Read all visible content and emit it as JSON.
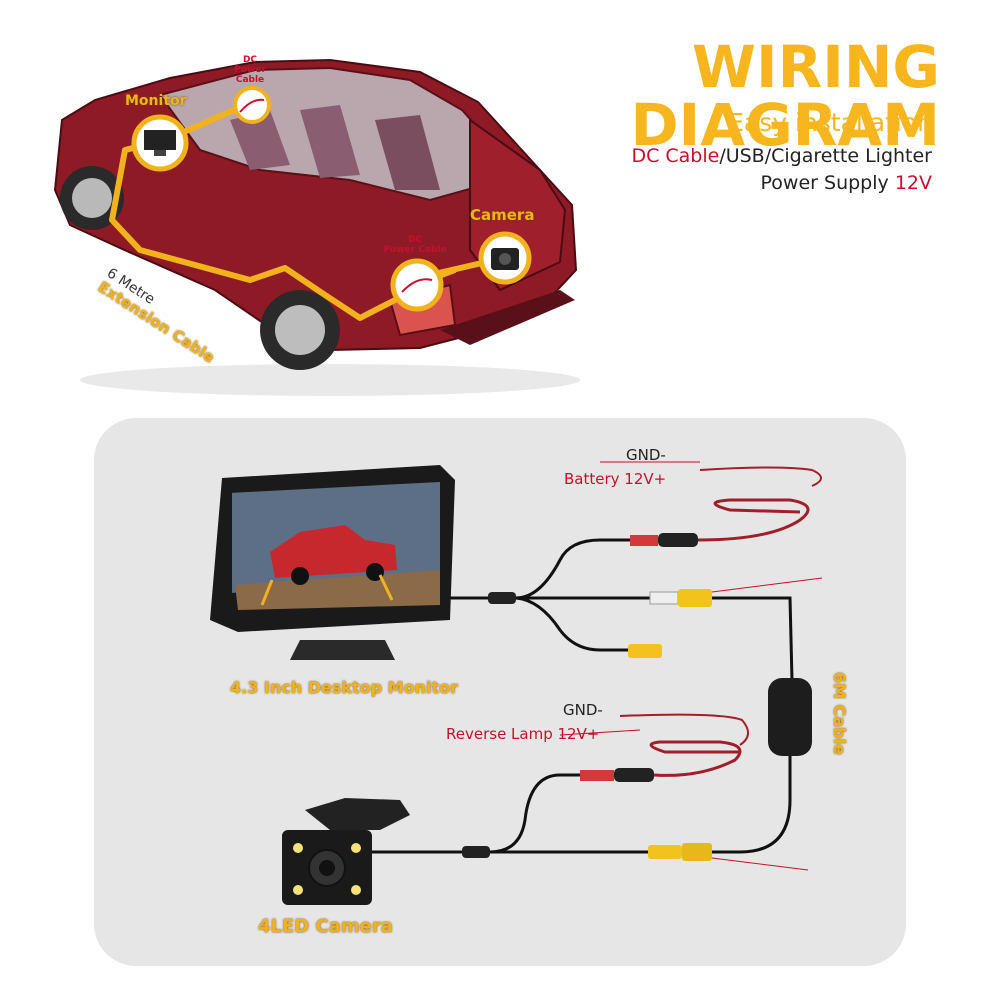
{
  "header": {
    "title": "WIRING DIAGRAM",
    "subtitle": "Easy installation",
    "power_line1_red": "DC Cable",
    "power_line1_rest": "/USB/Cigarette Lighter",
    "power_line2_text": "Power Supply ",
    "power_line2_red": "12V"
  },
  "car_callouts": {
    "monitor": "Monitor",
    "dc_cable_top_1": "DC",
    "dc_cable_top_2": "Power Cable",
    "camera": "Camera",
    "dc_cable_rear_1": "DC",
    "dc_cable_rear_2": "Power Cable",
    "extension_1": "6 Metre",
    "extension_2": "Extension Cable"
  },
  "wiring": {
    "gnd_top": "GND-",
    "battery": "Battery 12V+",
    "monitor_label": "4.3 Inch Desktop Monitor",
    "cable_6m": "6M Cable",
    "gnd_bottom": "GND-",
    "reverse_lamp": "Reverse Lamp 12V+",
    "camera_label": "4LED Camera"
  },
  "colors": {
    "accent_yellow": "#f7b51e",
    "power_red": "#c8102e",
    "car_body": "#8e1a26",
    "panel_bg": "#e6e6e6"
  }
}
